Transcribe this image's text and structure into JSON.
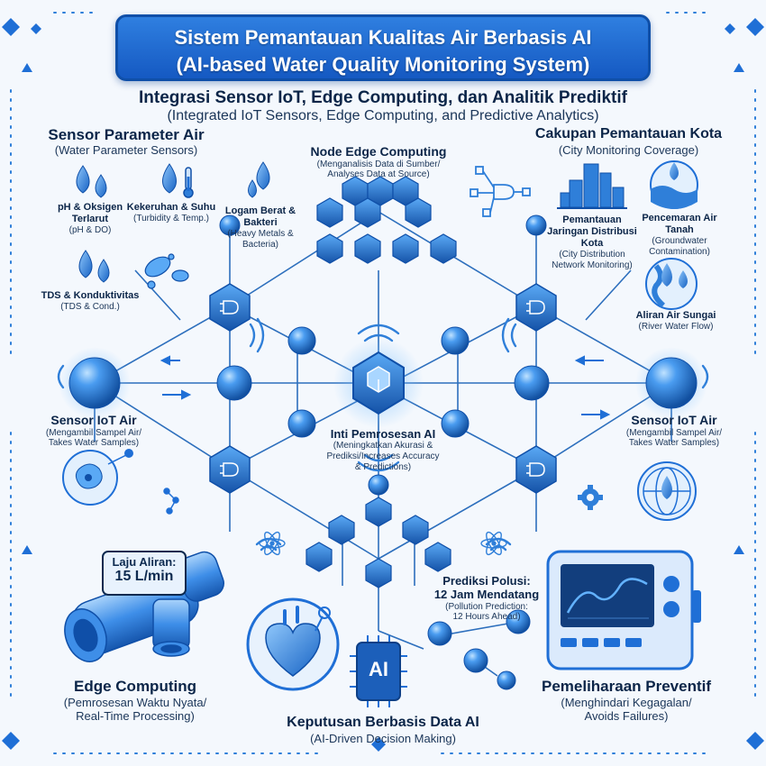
{
  "title": {
    "line1": "Sistem Pemantauan Kualitas Air Berbasis AI",
    "line2": "(AI-based Water Quality Monitoring System)"
  },
  "subtitle": {
    "main": "Integrasi Sensor IoT, Edge Computing, dan Analitik Prediktif",
    "sub": "(Integrated IoT Sensors, Edge Computing, and Predictive Analytics)"
  },
  "sensor_params": {
    "title": "Sensor Parameter Air",
    "subtitle": "(Water Parameter Sensors)",
    "items": [
      {
        "label": "pH & Oksigen Terlarut",
        "sub": "(pH & DO)"
      },
      {
        "label": "Kekeruhan & Suhu",
        "sub": "(Turbidity & Temp.)"
      },
      {
        "label": "Logam Berat & Bakteri",
        "sub": "(Heavy Metals & Bacteria)"
      },
      {
        "label": "TDS & Konduktivitas",
        "sub": "(TDS & Cond.)"
      }
    ]
  },
  "edge_node": {
    "title": "Node Edge Computing",
    "sub1": "(Menganalisis Data di Sumber/",
    "sub2": "Analyses Data at Source)"
  },
  "city": {
    "title": "Cakupan Pemantauan Kota",
    "subtitle": "(City Monitoring Coverage)",
    "items": [
      {
        "label": "Pemantauan Jaringan Distribusi Kota",
        "sub": "(City Distribution Network Monitoring)"
      },
      {
        "label": "Pencemaran Air Tanah",
        "sub": "(Groundwater Contamination)"
      },
      {
        "label": "Aliran Air Sungai",
        "sub": "(River Water Flow)"
      }
    ]
  },
  "iot_left": {
    "title": "Sensor IoT Air",
    "sub1": "(Mengambil Sampel Air/",
    "sub2": "Takes Water Samples)"
  },
  "iot_right": {
    "title": "Sensor IoT Air",
    "sub1": "(Mengambil Sampel Air/",
    "sub2": "Takes Water Samples)"
  },
  "ai_core": {
    "title": "Inti Pemrosesan AI",
    "sub1": "(Meningkatkan Akurasi &",
    "sub2": "Prediksi/Increases Accuracy",
    "sub3": "& Predictions)"
  },
  "flow": {
    "label": "Laju Aliran:",
    "value": "15 L/min"
  },
  "prediction": {
    "title1": "Prediksi Polusi:",
    "title2": "12 Jam Mendatang",
    "sub1": "(Pollution Prediction:",
    "sub2": "12 Hours Ahead)"
  },
  "edge_bottom": {
    "title": "Edge Computing",
    "sub1": "(Pemrosesan Waktu Nyata/",
    "sub2": "Real-Time Processing)"
  },
  "decision": {
    "chip": "AI",
    "title": "Keputusan Berbasis Data AI",
    "sub": "(AI-Driven Decision Making)"
  },
  "maintenance": {
    "title": "Pemeliharaan Preventif",
    "sub1": "(Menghindari Kegagalan/",
    "sub2": "Avoids Failures)"
  },
  "icons": [
    "water-drop-icon",
    "thermometer-icon",
    "bacteria-icon",
    "logic-gate-icon",
    "city-buildings-icon",
    "groundwater-icon",
    "river-icon",
    "heart-icon",
    "gear-icon",
    "atom-icon",
    "ai-chip-icon",
    "monitor-icon",
    "pipe-icon",
    "wifi-signal-icon",
    "globe-drop-icon",
    "microbe-icon"
  ],
  "colors": {
    "primary": "#1f6fd6",
    "dark": "#0f4fa8",
    "light": "#cfe4fb",
    "text": "#0d2a4f"
  }
}
